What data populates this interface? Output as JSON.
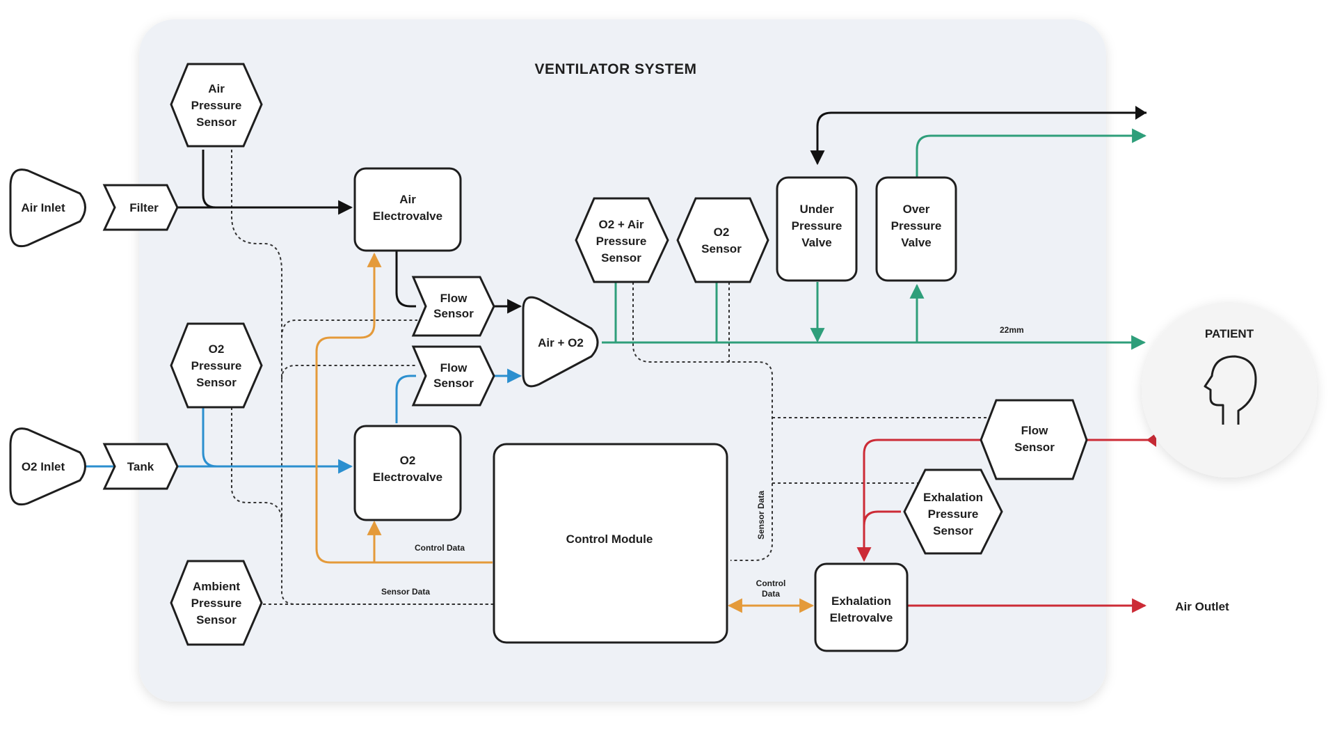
{
  "title": "VENTILATOR SYSTEM",
  "patient": "PATIENT",
  "nodes": {
    "air_inlet": "Air Inlet",
    "filter": "Filter",
    "air_pressure_sensor": [
      "Air",
      "Pressure",
      "Sensor"
    ],
    "air_electrovalve": [
      "Air",
      "Electrovalve"
    ],
    "flow_sensor_1": [
      "Flow",
      "Sensor"
    ],
    "flow_sensor_2": [
      "Flow",
      "Sensor"
    ],
    "air_o2": "Air + O2",
    "o2_air_pressure_sensor": [
      "O2 + Air",
      "Pressure",
      "Sensor"
    ],
    "o2_sensor": [
      "O2",
      "Sensor"
    ],
    "under_pressure_valve": [
      "Under",
      "Pressure",
      "Valve"
    ],
    "over_pressure_valve": [
      "Over",
      "Pressure",
      "Valve"
    ],
    "o2_pressure_sensor": [
      "O2",
      "Pressure",
      "Sensor"
    ],
    "o2_inlet": "O2 Inlet",
    "tank": "Tank",
    "o2_electrovalve": [
      "O2",
      "Electrovalve"
    ],
    "control_module": "Control Module",
    "ambient_pressure_sensor": [
      "Ambient",
      "Pressure",
      "Sensor"
    ],
    "flow_sensor_3": [
      "Flow",
      "Sensor"
    ],
    "exhalation_pressure_sensor": [
      "Exhalation",
      "Pressure",
      "Sensor"
    ],
    "exhalation_electrovalve": [
      "Exhalation",
      "Eletrovalve"
    ],
    "air_outlet": "Air Outlet"
  },
  "labels": {
    "control_data_1": "Control Data",
    "sensor_data_1": "Sensor Data",
    "sensor_data_vertical": "Sensor Data",
    "control_data_2": [
      "Control",
      "Data"
    ],
    "tube_size": "22mm"
  },
  "colors": {
    "air_line": "#111111",
    "o2_line": "#2b8fcf",
    "control_line": "#e49a3a",
    "mixed_line": "#2e9e7a",
    "exhale_line": "#cc2b36",
    "panel_bg": "#eef1f6"
  }
}
